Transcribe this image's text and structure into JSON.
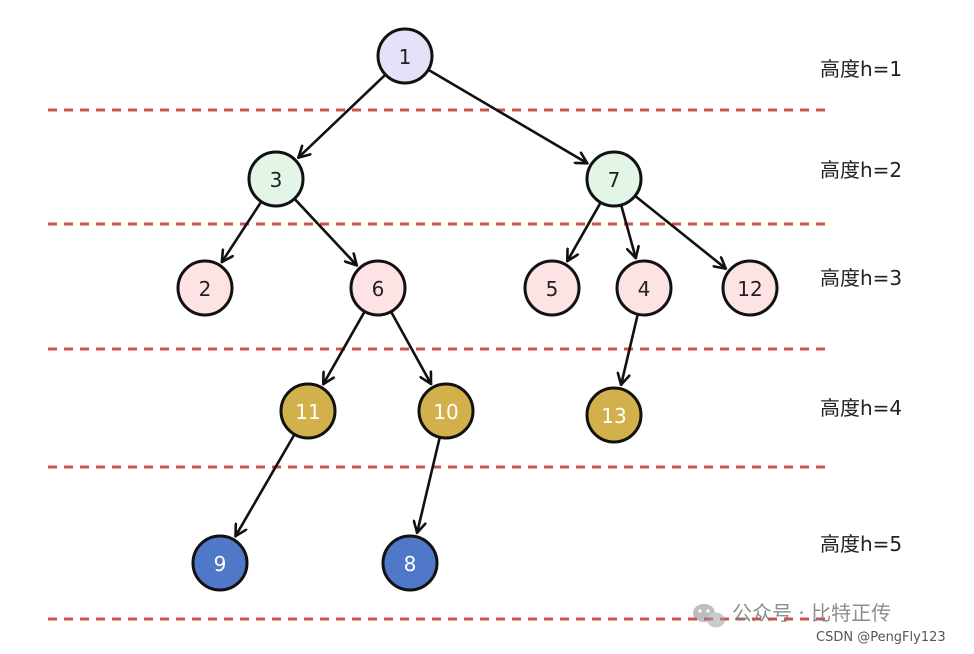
{
  "tree": {
    "levels": [
      {
        "label": "高度h=1"
      },
      {
        "label": "高度h=2"
      },
      {
        "label": "高度h=3"
      },
      {
        "label": "高度h=4"
      },
      {
        "label": "高度h=5"
      }
    ],
    "nodes": [
      {
        "id": "1",
        "label": "1",
        "level": 1,
        "fill": "#e6e0f8",
        "text_color": "#222222"
      },
      {
        "id": "3",
        "label": "3",
        "level": 2,
        "fill": "#e3f5e6",
        "text_color": "#222222"
      },
      {
        "id": "7",
        "label": "7",
        "level": 2,
        "fill": "#e3f5e6",
        "text_color": "#222222"
      },
      {
        "id": "2",
        "label": "2",
        "level": 3,
        "fill": "#fde3e3",
        "text_color": "#222222"
      },
      {
        "id": "6",
        "label": "6",
        "level": 3,
        "fill": "#fde3e3",
        "text_color": "#222222"
      },
      {
        "id": "5",
        "label": "5",
        "level": 3,
        "fill": "#fde3e3",
        "text_color": "#222222"
      },
      {
        "id": "4",
        "label": "4",
        "level": 3,
        "fill": "#fde3e3",
        "text_color": "#222222"
      },
      {
        "id": "12",
        "label": "12",
        "level": 3,
        "fill": "#fde3e3",
        "text_color": "#222222"
      },
      {
        "id": "11",
        "label": "11",
        "level": 4,
        "fill": "#d2b04c",
        "text_color": "#ffffff"
      },
      {
        "id": "10",
        "label": "10",
        "level": 4,
        "fill": "#d2b04c",
        "text_color": "#ffffff"
      },
      {
        "id": "13",
        "label": "13",
        "level": 4,
        "fill": "#d2b04c",
        "text_color": "#ffffff"
      },
      {
        "id": "9",
        "label": "9",
        "level": 5,
        "fill": "#4f78c8",
        "text_color": "#ffffff"
      },
      {
        "id": "8",
        "label": "8",
        "level": 5,
        "fill": "#4f78c8",
        "text_color": "#ffffff"
      }
    ],
    "edges": [
      {
        "from": "1",
        "to": "3"
      },
      {
        "from": "1",
        "to": "7"
      },
      {
        "from": "3",
        "to": "2"
      },
      {
        "from": "3",
        "to": "6"
      },
      {
        "from": "7",
        "to": "5"
      },
      {
        "from": "7",
        "to": "4"
      },
      {
        "from": "7",
        "to": "12"
      },
      {
        "from": "6",
        "to": "11"
      },
      {
        "from": "6",
        "to": "10"
      },
      {
        "from": "4",
        "to": "13"
      },
      {
        "from": "11",
        "to": "9"
      },
      {
        "from": "10",
        "to": "8"
      }
    ],
    "separator_color": "#d0504a"
  },
  "watermark": {
    "text": "公众号 · 比特正传",
    "credit": "CSDN @PengFly123"
  }
}
